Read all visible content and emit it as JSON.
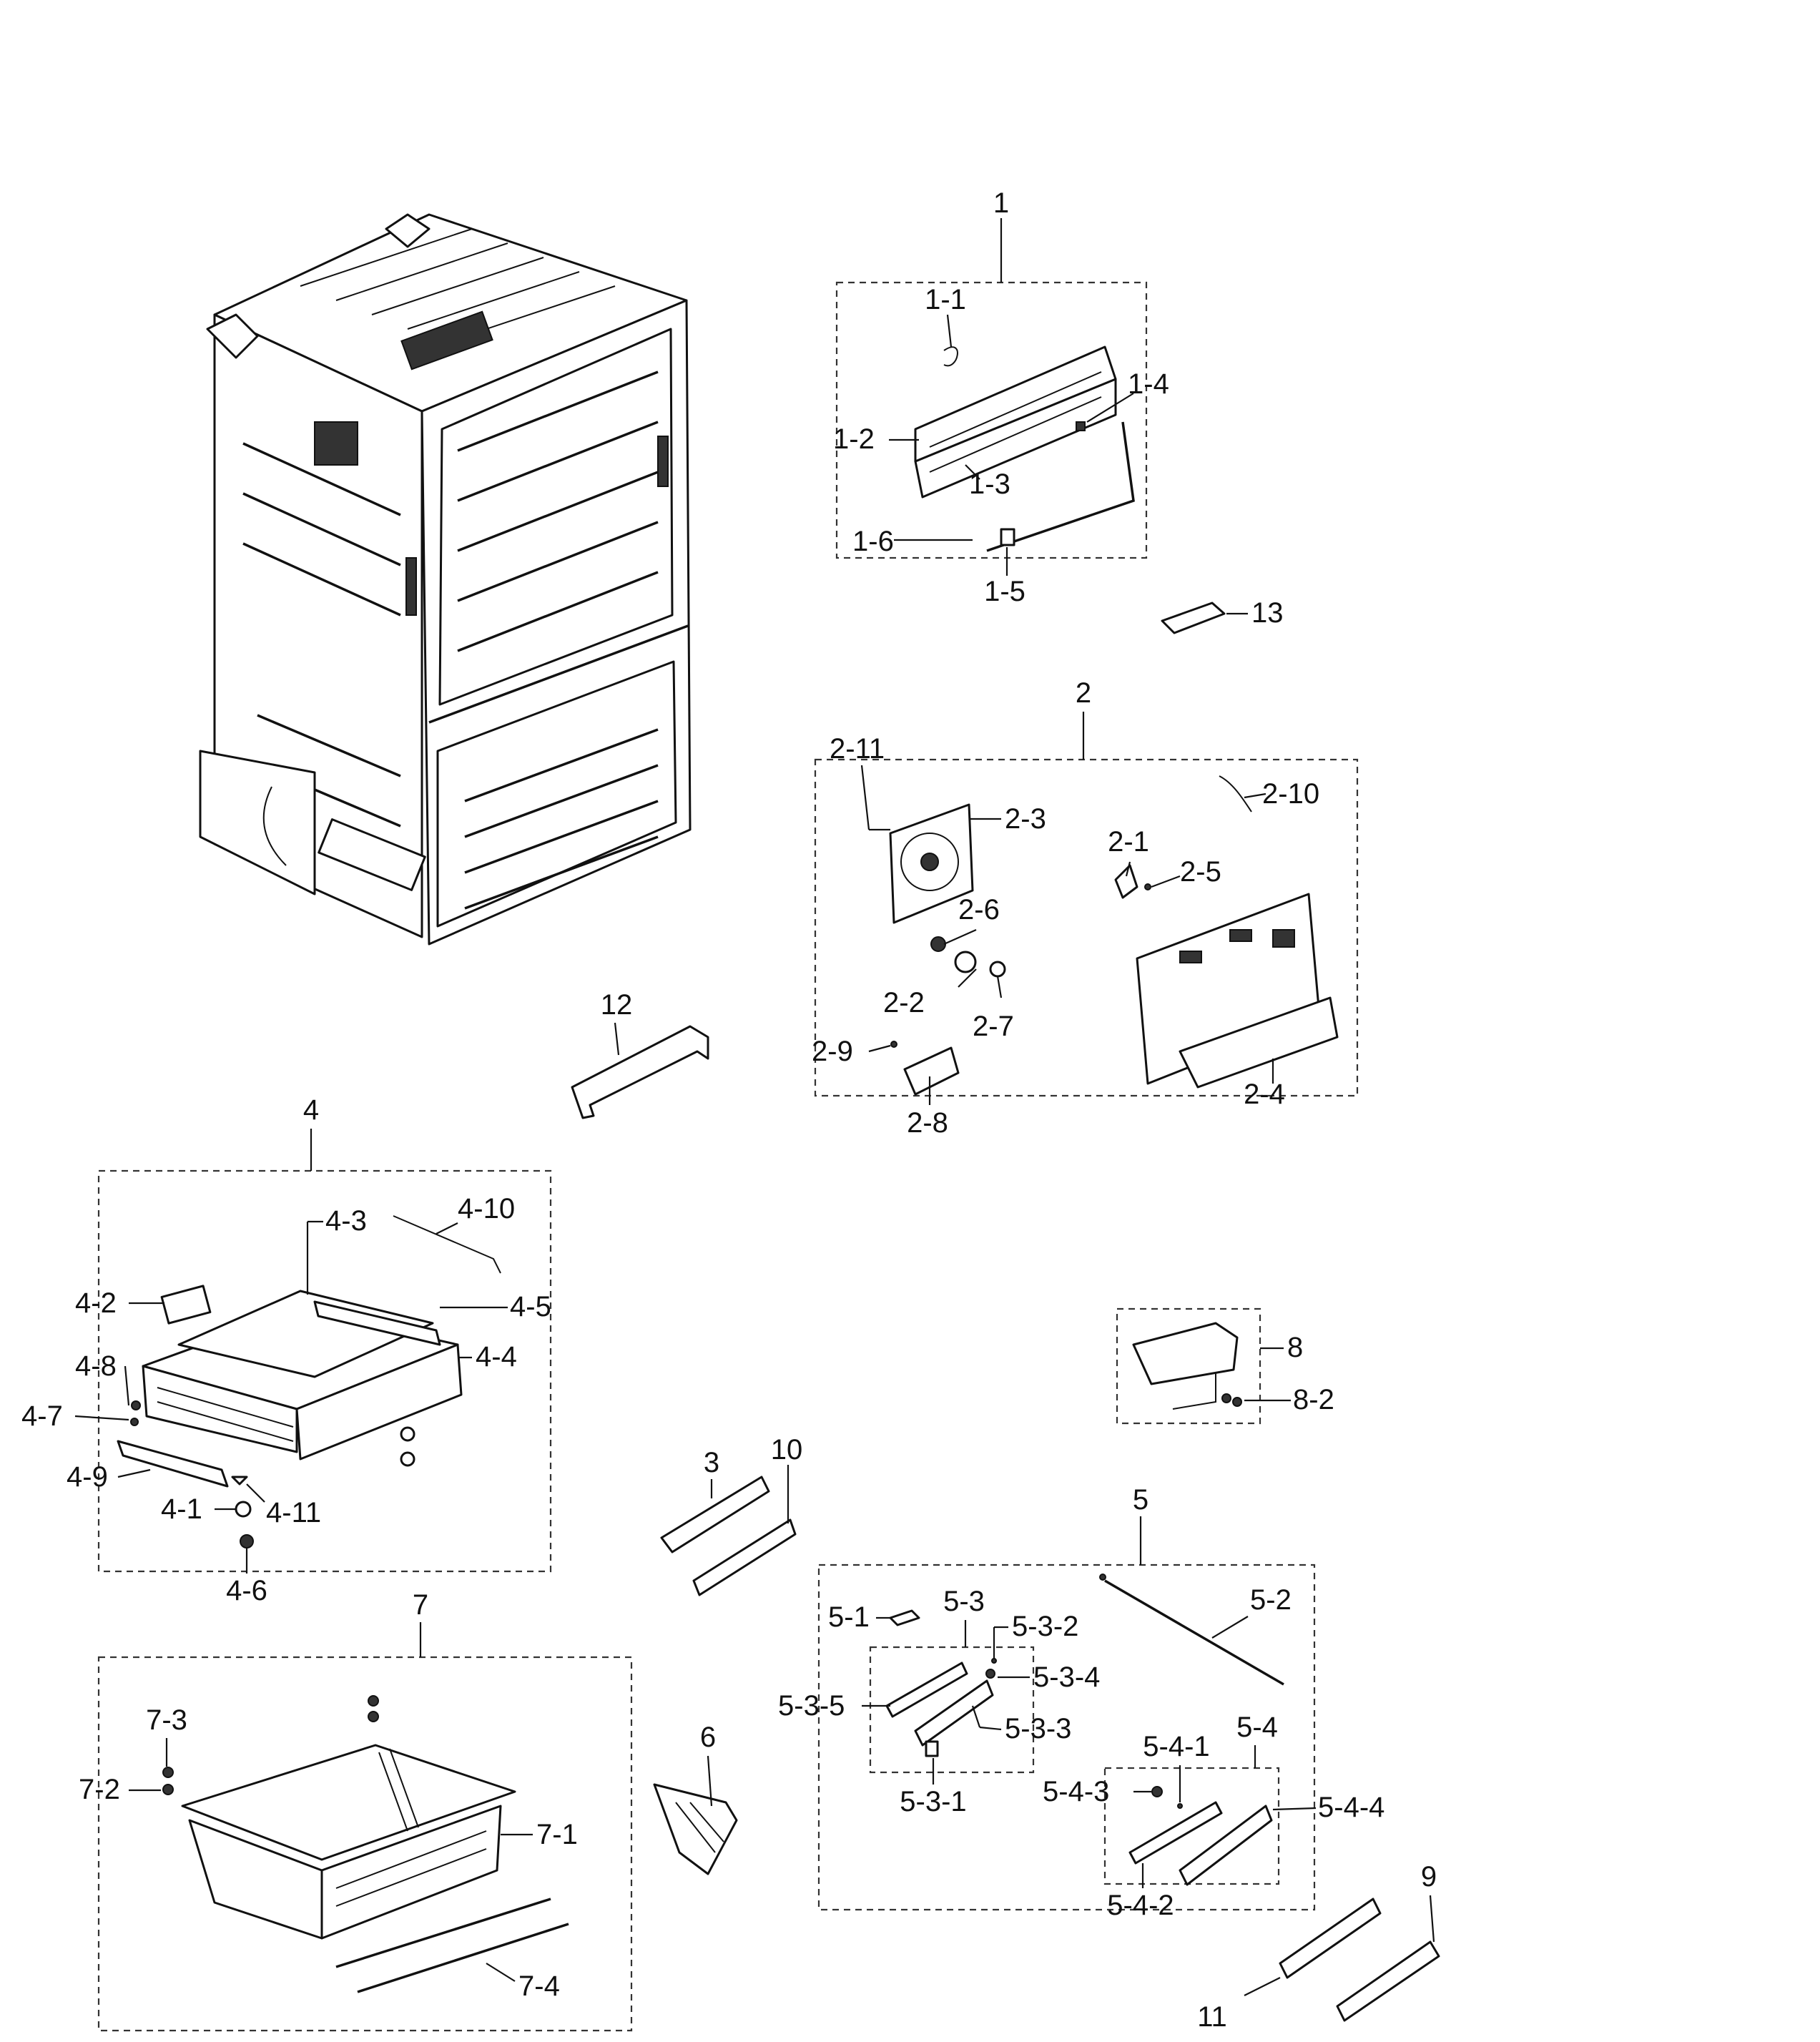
{
  "callouts": {
    "c1": "1",
    "c1_1": "1-1",
    "c1_2": "1-2",
    "c1_3": "1-3",
    "c1_4": "1-4",
    "c1_5": "1-5",
    "c1_6": "1-6",
    "c13": "13",
    "c2": "2",
    "c2_1": "2-1",
    "c2_2": "2-2",
    "c2_3": "2-3",
    "c2_4": "2-4",
    "c2_5": "2-5",
    "c2_6": "2-6",
    "c2_7": "2-7",
    "c2_8": "2-8",
    "c2_9": "2-9",
    "c2_10": "2-10",
    "c2_11": "2-11",
    "c12": "12",
    "c4": "4",
    "c4_1": "4-1",
    "c4_2": "4-2",
    "c4_3": "4-3",
    "c4_4": "4-4",
    "c4_5": "4-5",
    "c4_6": "4-6",
    "c4_7": "4-7",
    "c4_8": "4-8",
    "c4_9": "4-9",
    "c4_10": "4-10",
    "c4_11": "4-11",
    "c8": "8",
    "c8_2": "8-2",
    "c3": "3",
    "c10": "10",
    "c5": "5",
    "c5_1": "5-1",
    "c5_2": "5-2",
    "c5_3": "5-3",
    "c5_3_1": "5-3-1",
    "c5_3_2": "5-3-2",
    "c5_3_3": "5-3-3",
    "c5_3_4": "5-3-4",
    "c5_3_5": "5-3-5",
    "c5_4": "5-4",
    "c5_4_1": "5-4-1",
    "c5_4_2": "5-4-2",
    "c5_4_3": "5-4-3",
    "c5_4_4": "5-4-4",
    "c6": "6",
    "c7": "7",
    "c7_1": "7-1",
    "c7_2": "7-2",
    "c7_3": "7-3",
    "c7_4": "7-4",
    "c9": "9",
    "c11": "11"
  }
}
